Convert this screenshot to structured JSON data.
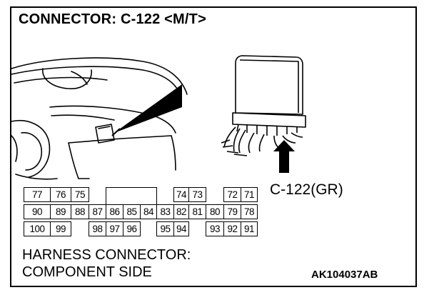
{
  "title": "CONNECTOR: C-122 <M/T>",
  "callout_label": "C-122(GR)",
  "caption": {
    "line1": "HARNESS CONNECTOR:",
    "line2": "COMPONENT SIDE"
  },
  "figure_code": "AK104037AB",
  "connector": {
    "row1": {
      "left": [
        "77",
        "76",
        "75"
      ],
      "right1": [
        "74",
        "73"
      ],
      "right2": [
        "72",
        "71"
      ]
    },
    "row2": [
      "90",
      "89",
      "88",
      "87",
      "86",
      "85",
      "84",
      "83",
      "82",
      "81",
      "80",
      "79",
      "78"
    ],
    "row3": {
      "left": [
        "100",
        "99"
      ],
      "mid": [
        "98",
        "97",
        "96"
      ],
      "mid2": [
        "95",
        "94"
      ],
      "right": [
        "93",
        "92",
        "91"
      ]
    }
  },
  "colors": {
    "ink": "#000000",
    "paper": "#ffffff"
  }
}
